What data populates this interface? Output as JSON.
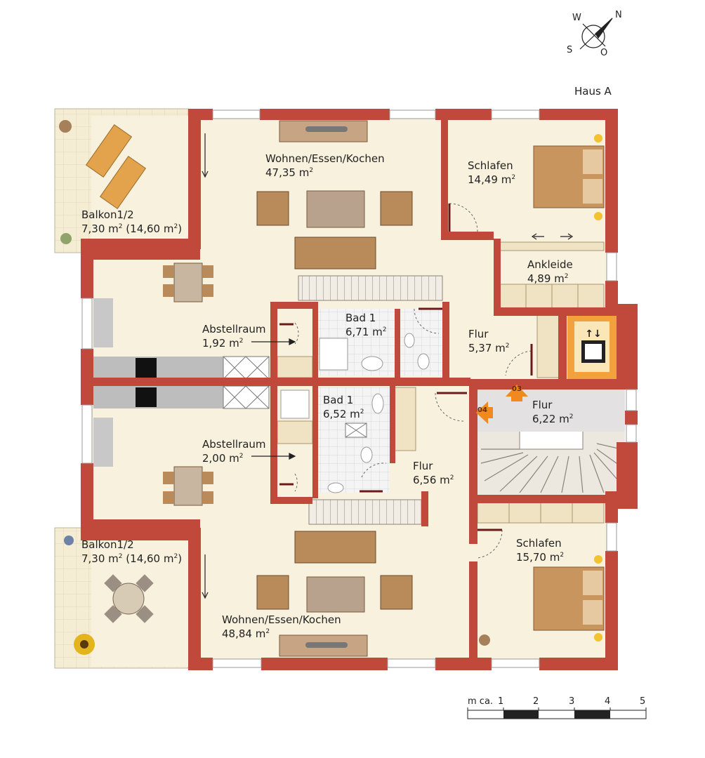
{
  "house_label": "Haus A",
  "compass": {
    "n": "N",
    "o": "O",
    "s": "S",
    "w": "W"
  },
  "scale": {
    "prefix": "m ca.",
    "ticks": [
      "1",
      "2",
      "3",
      "4",
      "5"
    ]
  },
  "markers": {
    "m03": "03",
    "m04": "04"
  },
  "rooms": {
    "balkon_top": {
      "name": "Balkon1/2",
      "area": "7,30 m",
      "extra": "(14,60 m",
      "close": ")"
    },
    "balkon_bottom": {
      "name": "Balkon1/2",
      "area": "7,30 m",
      "extra": "(14,60 m",
      "close": ")"
    },
    "wohnen_top": {
      "name": "Wohnen/Essen/Kochen",
      "area": "47,35 m"
    },
    "wohnen_bottom": {
      "name": "Wohnen/Essen/Kochen",
      "area": "48,84 m"
    },
    "schlafen_top": {
      "name": "Schlafen",
      "area": "14,49 m"
    },
    "schlafen_bottom": {
      "name": "Schlafen",
      "area": "15,70 m"
    },
    "ankleide": {
      "name": "Ankleide",
      "area": "4,89 m"
    },
    "bad_top": {
      "name": "Bad 1",
      "area": "6,71 m"
    },
    "bad_bottom": {
      "name": "Bad 1",
      "area": "6,52 m"
    },
    "abstell_top": {
      "name": "Abstellraum",
      "area": "1,92 m"
    },
    "abstell_bottom": {
      "name": "Abstellraum",
      "area": "2,00 m"
    },
    "flur_1": {
      "name": "Flur",
      "area": "5,37 m"
    },
    "flur_2": {
      "name": "Flur",
      "area": "6,22 m"
    },
    "flur_3": {
      "name": "Flur",
      "area": "6,56 m"
    }
  },
  "sq": "2",
  "colors": {
    "wall": "#c0493c",
    "floor": "#f7f1dd",
    "balcony": "#f3ead1",
    "furniture": "#b98a5a",
    "lift": "#f3a13c"
  }
}
